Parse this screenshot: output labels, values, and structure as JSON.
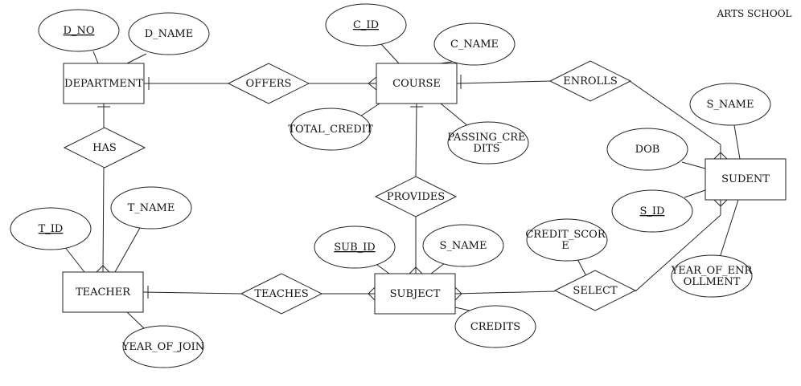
{
  "title": "ARTS SCHOOL",
  "entities": {
    "department": "DEPARTMENT",
    "course": "COURSE",
    "teacher": "TEACHER",
    "subject": "SUBJECT",
    "student": "SUDENT"
  },
  "relationships": {
    "offers": "OFFERS",
    "has": "HAS",
    "enrolls": "ENROLLS",
    "provides": "PROVIDES",
    "teaches": "TEACHES",
    "select": "SELECT"
  },
  "attributes": {
    "d_no": "D_NO",
    "d_name": "D_NAME",
    "c_id": "C_ID",
    "c_name": "C_NAME",
    "total_credit": "TOTAL_CREDIT",
    "passing_credits_1": "PASSING_CRE",
    "passing_credits_2": "DITS",
    "s_name_student": "S_NAME",
    "dob": "DOB",
    "s_id": "S_ID",
    "year_of_enrollment_1": "YEAR_OF_ENR",
    "year_of_enrollment_2": "OLLMENT",
    "t_id": "T_ID",
    "t_name": "T_NAME",
    "year_of_join": "YEAR_OF_JOIN",
    "sub_id": "SUB_ID",
    "s_name_subject": "S_NAME",
    "credits": "CREDITS",
    "credit_score_1": "CREDIT_SCOR",
    "credit_score_2": "E"
  }
}
